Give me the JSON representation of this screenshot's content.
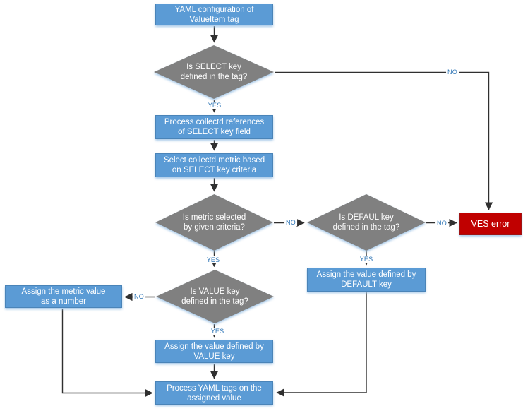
{
  "colors": {
    "process_fill": "#5B9BD5",
    "process_border": "#4A84B8",
    "decision_fill": "#808080",
    "error_fill": "#C00000",
    "error_border": "#9E1414",
    "label_color": "#2E75B6",
    "connector_color": "#303030",
    "text_color": "#FFFFFF"
  },
  "nodes": {
    "start": {
      "type": "process",
      "label": "YAML configuration of\nValueItem tag"
    },
    "d_select": {
      "type": "decision",
      "label": "Is SELECT key\ndefined in the tag?"
    },
    "p_references": {
      "type": "process",
      "label": "Process collectd references\nof SELECT key field"
    },
    "p_select_metric": {
      "type": "process",
      "label": "Select collectd metric based\non SELECT key criteria"
    },
    "d_metric": {
      "type": "decision",
      "label": "Is metric selected\nby given criteria?"
    },
    "d_default": {
      "type": "decision",
      "label": "Is DEFAUL key\ndefined in the tag?"
    },
    "ves_error": {
      "type": "error",
      "label": "VES error"
    },
    "p_assign_default": {
      "type": "process",
      "label": "Assign the value defined by\nDEFAULT key"
    },
    "d_value": {
      "type": "decision",
      "label": "Is VALUE key\ndefined in the tag?"
    },
    "p_assign_number": {
      "type": "process",
      "label": "Assign the metric value\nas a number"
    },
    "p_assign_value": {
      "type": "process",
      "label": "Assign the value defined by\nVALUE key"
    },
    "p_process_tags": {
      "type": "process",
      "label": "Process YAML tags on the\nassigned value"
    }
  },
  "edge_labels": {
    "select_no": "NO",
    "select_yes": "YES",
    "metric_no": "NO",
    "metric_yes": "YES",
    "default_no": "NO",
    "default_yes": "YES",
    "value_no": "NO",
    "value_yes": "YES"
  }
}
